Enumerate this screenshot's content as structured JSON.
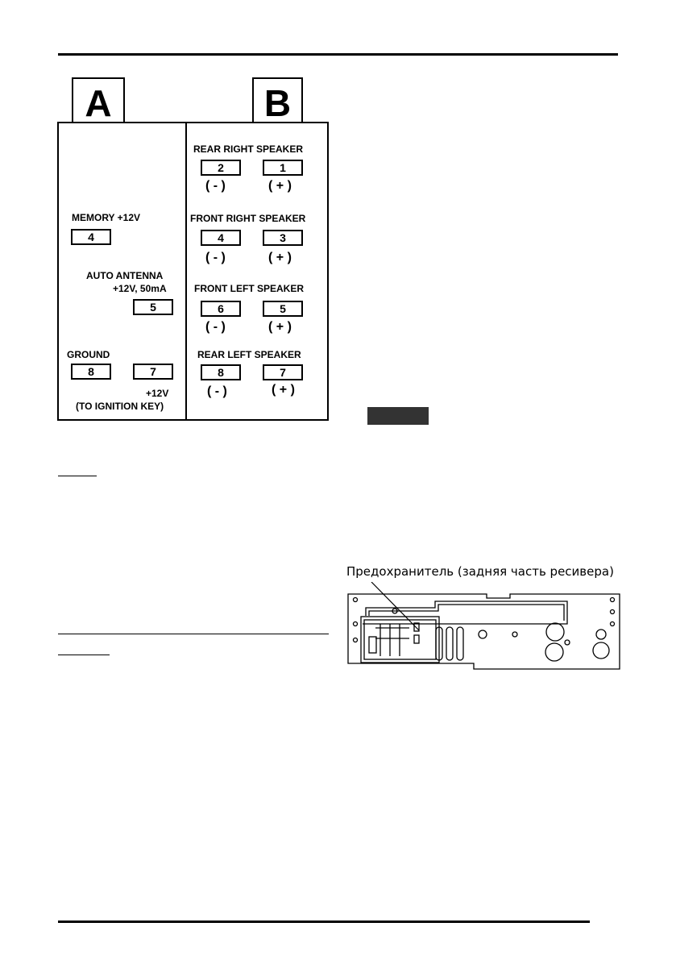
{
  "connector_a": {
    "letter": "A",
    "memory_label": "MEMORY +12V",
    "memory_pin": "4",
    "antenna_label": "AUTO ANTENNA",
    "antenna_sub": "+12V, 50mA",
    "antenna_pin": "5",
    "ground_label": "GROUND",
    "ground_pin": "8",
    "ignition_pin": "7",
    "ignition_label": "+12V",
    "ignition_sub": "(TO IGNITION KEY)"
  },
  "connector_b": {
    "letter": "B",
    "speakers": [
      {
        "label": "REAR RIGHT SPEAKER",
        "neg_pin": "2",
        "pos_pin": "1",
        "neg": "( - )",
        "pos": "( + )"
      },
      {
        "label": "FRONT RIGHT SPEAKER",
        "neg_pin": "4",
        "pos_pin": "3",
        "neg": "( - )",
        "pos": "( + )"
      },
      {
        "label": "FRONT LEFT SPEAKER",
        "neg_pin": "6",
        "pos_pin": "5",
        "neg": "( - )",
        "pos": "( + )"
      },
      {
        "label": "REAR LEFT SPEAKER",
        "neg_pin": "8",
        "pos_pin": "7",
        "neg": "( - )",
        "pos": "( + )"
      }
    ]
  },
  "fuse_caption": "Предохранитель (задняя часть ресивера)"
}
